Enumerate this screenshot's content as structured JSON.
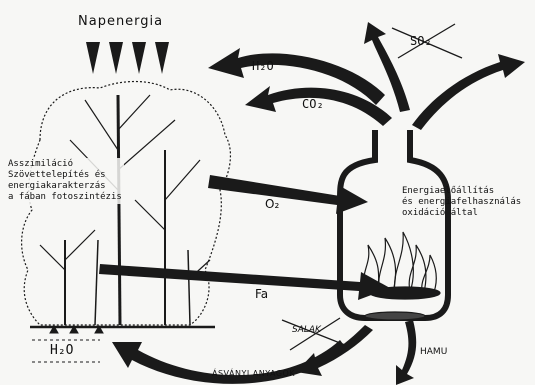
{
  "labels": {
    "sun_energy": "Napenergia",
    "water_vapor": "H₂O",
    "carbon_dioxide": "CO₂",
    "sulfur_dioxide": "SO₂",
    "oxygen": "O₂",
    "wood": "Fa",
    "assimilation": [
      "Asszimiláció",
      "Szövettelepítés és",
      "energiakarakterzás",
      "a fában fotoszintézis"
    ],
    "energy_production": [
      "Energiaelőállítás",
      "és energiafelhasználás",
      "oxidáció által"
    ],
    "slag": "SALAK",
    "ash": "HAMU",
    "ground_water": "H₂O",
    "minerals": "ÁSVÁNYI ANYAGOK"
  },
  "colors": {
    "ink": "#1a1a1a",
    "paper": "#f7f7f5"
  }
}
